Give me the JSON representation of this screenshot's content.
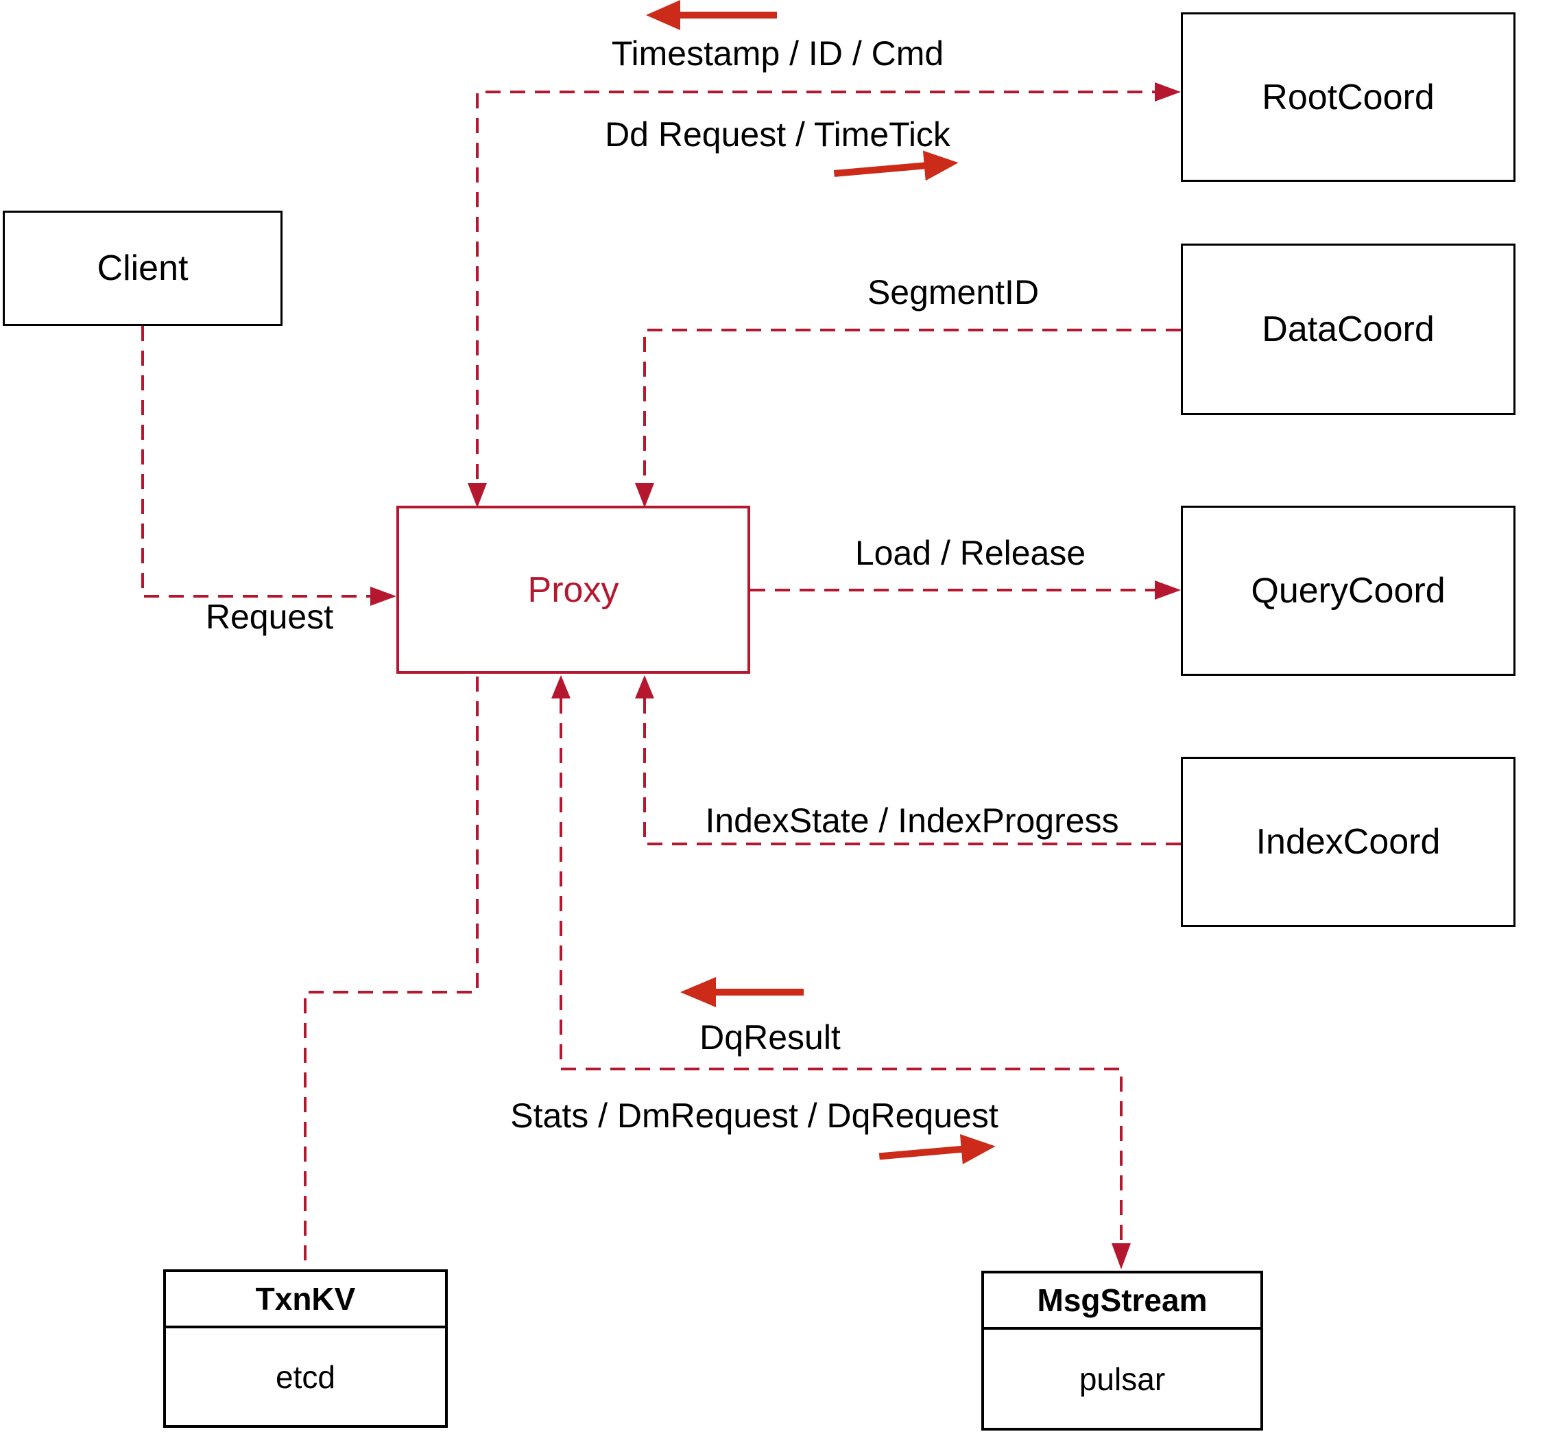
{
  "diagram": {
    "colors": {
      "line": "#B5172F",
      "arrow": "#CB2B18",
      "box_border": "#000000",
      "background": "#FFFFFF",
      "text": "#000000"
    },
    "nodes": {
      "client": {
        "label": "Client"
      },
      "proxy": {
        "label": "Proxy"
      },
      "rootcoord": {
        "label": "RootCoord"
      },
      "datacoord": {
        "label": "DataCoord"
      },
      "querycoord": {
        "label": "QueryCoord"
      },
      "indexcoord": {
        "label": "IndexCoord"
      },
      "txnkv": {
        "title": "TxnKV",
        "subtitle": "etcd"
      },
      "msgstream": {
        "title": "MsgStream",
        "subtitle": "pulsar"
      }
    },
    "edge_labels": {
      "timestamp_id_cmd": "Timestamp / ID / Cmd",
      "dd_request_timetick": "Dd Request / TimeTick",
      "segment_id": "SegmentID",
      "load_release": "Load / Release",
      "index_state": "IndexState / IndexProgress",
      "request": "Request",
      "dq_result": "DqResult",
      "stats_dm_dq": "Stats / DmRequest / DqRequest"
    }
  }
}
